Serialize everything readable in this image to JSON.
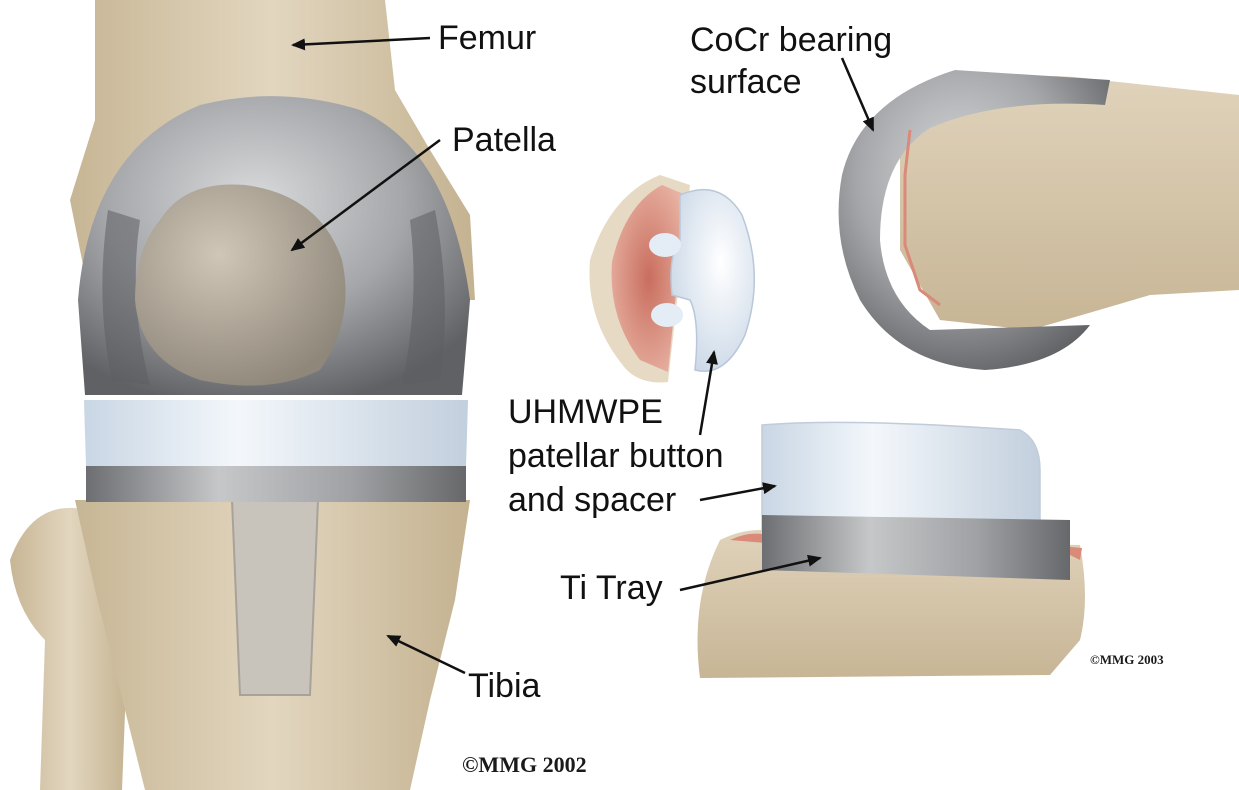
{
  "labels": {
    "femur": "Femur",
    "patella": "Patella",
    "cocr_line1": "CoCr bearing",
    "cocr_line2": "surface",
    "uhmwpe_line1": "UHMWPE",
    "uhmwpe_line2": "patellar button",
    "uhmwpe_line3": "and spacer",
    "ti_tray": "Ti Tray",
    "tibia": "Tibia"
  },
  "copyright": {
    "left": "©MMG 2002",
    "right": "©MMG 2003"
  },
  "colors": {
    "bone": "#d9cbb2",
    "bone_shadow": "#b9a88b",
    "metal": "#a7a9ac",
    "metal_dark": "#6e7073",
    "poly": "#dfe9f4",
    "cut_bone": "#d98a78"
  }
}
